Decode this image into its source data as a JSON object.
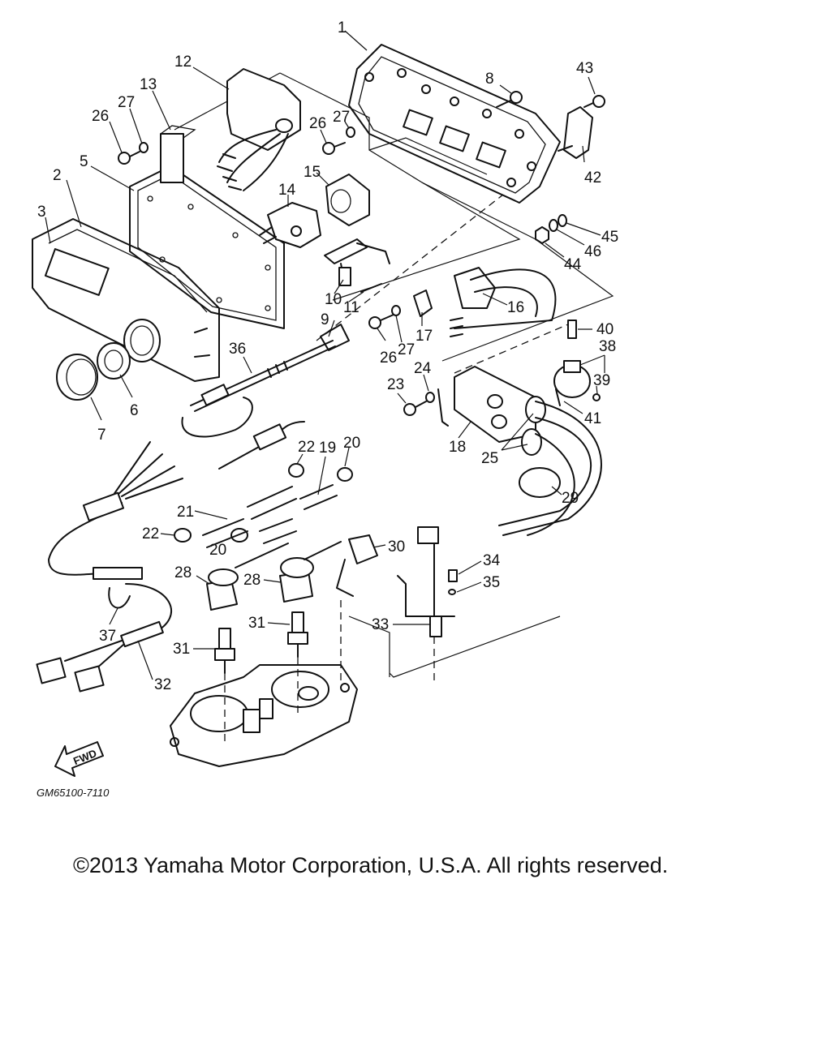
{
  "diagram": {
    "drawing_code": "GM65100-7110",
    "fwd_label": "FWD",
    "part_numbers": [
      "1",
      "2",
      "3",
      "5",
      "6",
      "7",
      "8",
      "9",
      "10",
      "11",
      "12",
      "13",
      "14",
      "15",
      "16",
      "17",
      "18",
      "19",
      "20",
      "20",
      "21",
      "22",
      "22",
      "23",
      "24",
      "25",
      "26",
      "26",
      "26",
      "27",
      "27",
      "27",
      "28",
      "28",
      "29",
      "30",
      "31",
      "31",
      "32",
      "33",
      "34",
      "35",
      "36",
      "37",
      "38",
      "39",
      "40",
      "41",
      "42",
      "43",
      "44",
      "45",
      "46"
    ]
  },
  "footer": {
    "copyright": "©2013 Yamaha Motor Corporation, U.S.A. All rights reserved."
  }
}
